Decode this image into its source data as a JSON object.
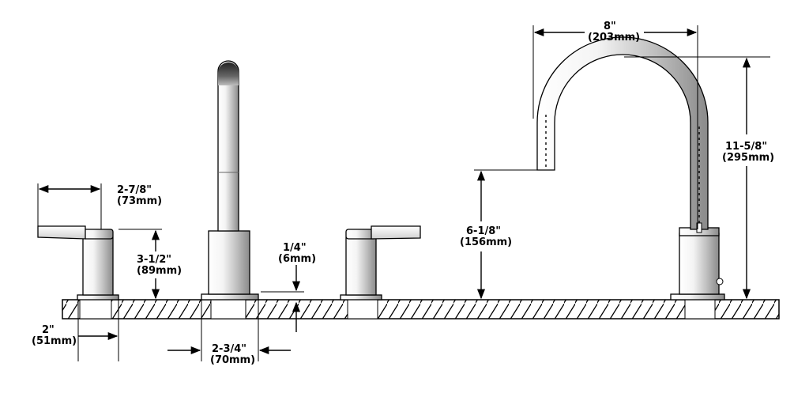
{
  "diagram": {
    "dimensions": {
      "lever_reach": {
        "imperial": "2-7/8\"",
        "metric": "(73mm)"
      },
      "handle_height": {
        "imperial": "3-1/2\"",
        "metric": "(89mm)"
      },
      "base_diameter": {
        "imperial": "2\"",
        "metric": "(51mm)"
      },
      "spout_base": {
        "imperial": "2-3/4\"",
        "metric": "(70mm)"
      },
      "deck_thickness": {
        "imperial": "1/4\"",
        "metric": "(6mm)"
      },
      "spout_clearance": {
        "imperial": "6-1/8\"",
        "metric": "(156mm)"
      },
      "spout_reach": {
        "imperial": "8\"",
        "metric": "(203mm)"
      },
      "overall_height": {
        "imperial": "11-5/8\"",
        "metric": "(295mm)"
      }
    }
  }
}
